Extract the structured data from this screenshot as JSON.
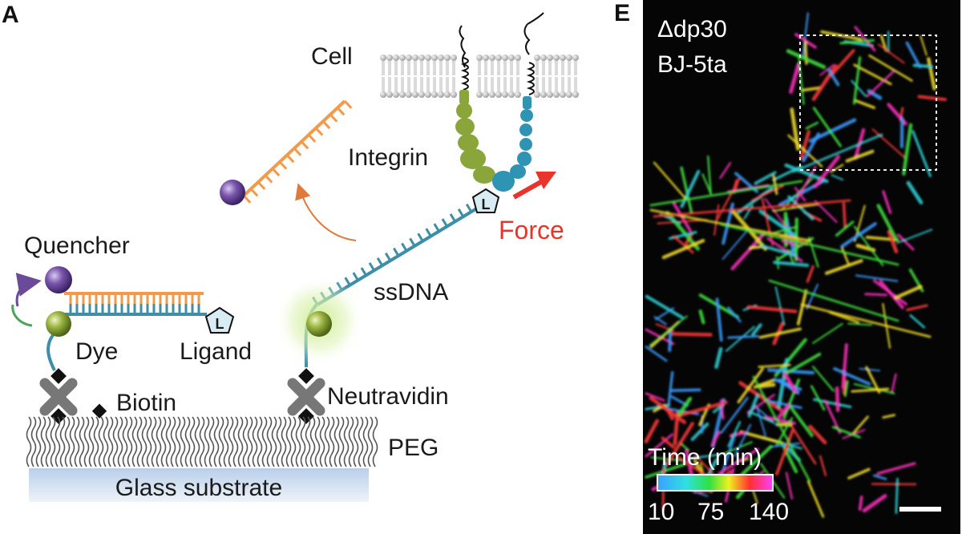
{
  "panel_a": {
    "letter": "A",
    "labels": {
      "cell": "Cell",
      "integrin": "Integrin",
      "force": "Force",
      "quencher": "Quencher",
      "ssdna": "ssDNA",
      "dye": "Dye",
      "ligand": "Ligand",
      "biotin": "Biotin",
      "neutravidin": "Neutravidin",
      "peg": "PEG",
      "glass": "Glass substrate",
      "ligand_symbol": "L"
    },
    "colors": {
      "orange_strand": "#f29a4a",
      "teal_strand": "#3d8ea6",
      "integrin_green": "#8aa63a",
      "integrin_blue": "#2f93b3",
      "quencher": "#6b4a99",
      "dye": "#8fa83a",
      "force_arrow": "#e8342a",
      "glow": "#b6e07a",
      "substrate": "#c8d9ee"
    }
  },
  "panel_e": {
    "letter": "E",
    "title_line1": "Δdp30",
    "title_line2": "BJ-5ta",
    "colorbar": {
      "label": "Time (min)",
      "ticks": [
        "10",
        "75",
        "140"
      ],
      "colors": [
        "#3aa0ff",
        "#30e0e0",
        "#30e040",
        "#f0f020",
        "#ff3030",
        "#ff40ff"
      ]
    }
  }
}
